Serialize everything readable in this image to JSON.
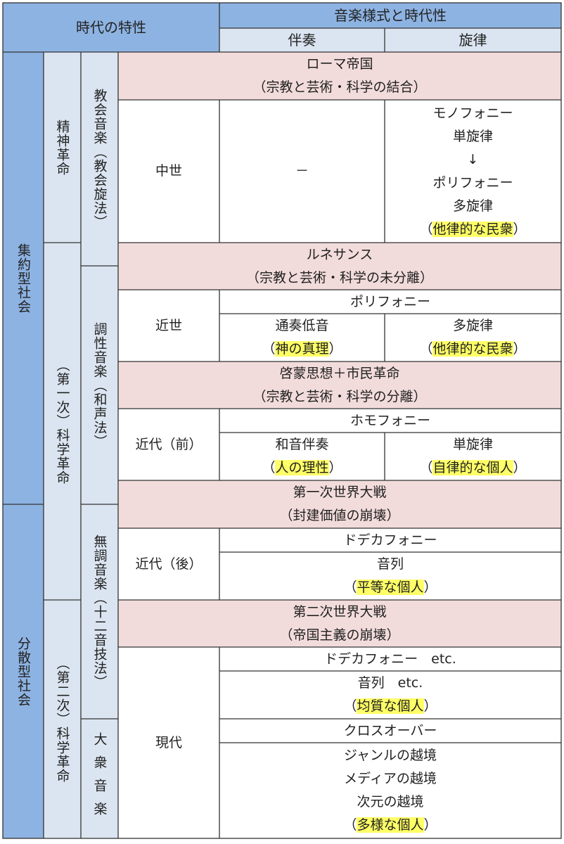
{
  "header": {
    "era_trait": "時代の特性",
    "music_style": "音楽様式と時代性",
    "accompaniment": "伴奏",
    "melody": "旋律"
  },
  "society": {
    "shuyaku": "集約型社会",
    "bunsan": "分散型社会"
  },
  "revolution": {
    "seishin": "精神革命",
    "kagaku1": "（第一次）科学革命",
    "kagaku2": "（第二次）科学革命"
  },
  "music_type": {
    "kyokai": "教会音楽（教会旋法）",
    "chosei": "調性音楽（和声法）",
    "muchosei": "無調音楽（十二音技法）",
    "taishu": "大衆音楽"
  },
  "rows": {
    "rome": {
      "l1": "ローマ帝国",
      "l2": "（宗教と芸術・科学の結合）"
    },
    "chusei": {
      "era": "中世",
      "accomp": "－",
      "mel_1": "モノフォニー",
      "mel_2": "単旋律",
      "mel_3": "↓",
      "mel_4": "ポリフォニー",
      "mel_5": "多旋律",
      "mel_note_open": "（",
      "mel_note": "他律的な民衆",
      "mel_note_close": "）"
    },
    "renaissance": {
      "l1": "ルネサンス",
      "l2": "（宗教と芸術・科学の未分離）"
    },
    "kinsei": {
      "era": "近世",
      "span": "ポリフォニー",
      "accomp": "通奏低音",
      "accomp_note_open": "（",
      "accomp_note": "神の真理",
      "accomp_note_close": "）",
      "mel": "多旋律",
      "mel_note_open": "（",
      "mel_note": "他律的な民衆",
      "mel_note_close": "）"
    },
    "keimo": {
      "l1": "啓蒙思想＋市民革命",
      "l2": "（宗教と芸術・科学の分離）"
    },
    "kindai_zen": {
      "era": "近代（前）",
      "span": "ホモフォニー",
      "accomp": "和音伴奏",
      "accomp_note_open": "（",
      "accomp_note": "人の理性",
      "accomp_note_close": "）",
      "mel": "単旋律",
      "mel_note_open": "（",
      "mel_note": "自律的な個人",
      "mel_note_close": "）"
    },
    "ww1": {
      "l1": "第一次世界大戦",
      "l2": "（封建価値の崩壊）"
    },
    "kindai_go": {
      "era": "近代（後）",
      "span": "ドデカフォニー",
      "l1": "音列",
      "note_open": "（",
      "note": "平等な個人",
      "note_close": "）"
    },
    "ww2": {
      "l1": "第二次世界大戦",
      "l2": "（帝国主義の崩壊）"
    },
    "gendai": {
      "era": "現代",
      "span1": "ドデカフォニー　etc.",
      "l1": "音列　etc.",
      "note1_open": "（",
      "note1": "均質な個人",
      "note1_close": "）",
      "span2": "クロスオーバー",
      "x1": "ジャンルの越境",
      "x2": "メディアの越境",
      "x3": "次元の越境",
      "note2_open": "（",
      "note2": "多様な個人",
      "note2_close": "）"
    }
  },
  "colors": {
    "header_dark": "#8db3e2",
    "header_light": "#dbe5f1",
    "event_pink": "#f2dcdb",
    "highlight": "#ffff66",
    "border": "#333333"
  }
}
